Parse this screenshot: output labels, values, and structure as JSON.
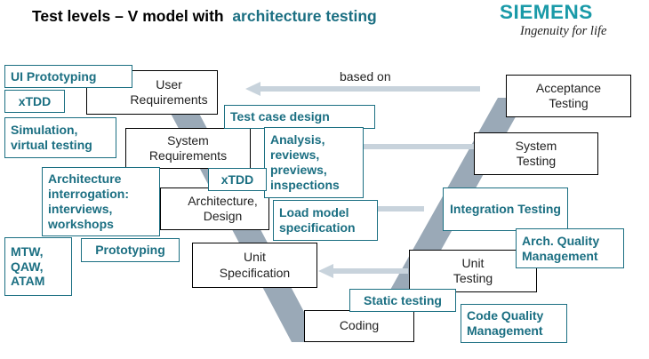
{
  "header": {
    "title_prefix": "Test levels – V model with",
    "title_accent": "architecture testing",
    "logo": "SIEMENS",
    "tagline": "Ingenuity for life"
  },
  "colors": {
    "accent": "#1b6f82",
    "logo": "#1a9aa8",
    "v_shape": "#9aa9b7",
    "arrow": "#c8d3dc"
  },
  "left_boxes": {
    "user_requirements": "User Requirements",
    "system_requirements": "System Requirements",
    "architecture_design": "Architecture, Design",
    "unit_specification": "Unit Specification",
    "coding": "Coding"
  },
  "right_boxes": {
    "acceptance_testing": "Acceptance Testing",
    "system_testing": "System Testing",
    "unit_testing": "Unit Testing"
  },
  "arrow_label": "based on",
  "tags": {
    "ui_prototyping": "UI Prototyping",
    "xtdd_1": "xTDD",
    "simulation": "Simulation, virtual testing",
    "test_case_design": "Test case design",
    "analysis": "Analysis, reviews, previews, inspections",
    "xtdd_2": "xTDD",
    "architecture_interrogation": "Architecture interrogation: interviews, workshops",
    "load_model": "Load model specification",
    "mtw": "MTW, QAW, ATAM",
    "prototyping": "Prototyping",
    "integration_testing": "Integration Testing",
    "arch_quality": "Arch. Quality Management",
    "static_testing": "Static testing",
    "code_quality": "Code Quality Management"
  }
}
